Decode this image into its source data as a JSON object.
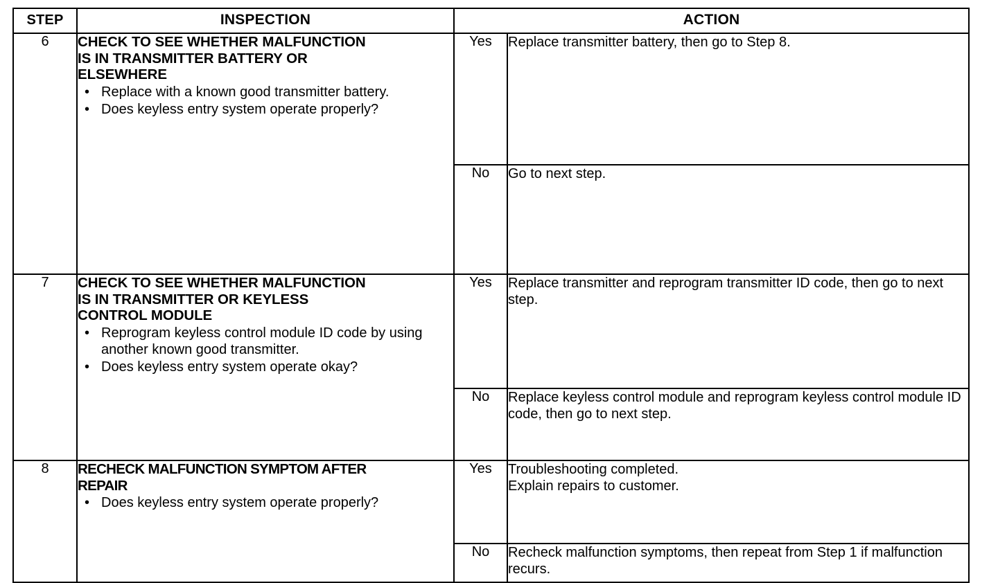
{
  "document": {
    "kind": "troubleshooting-chart",
    "bullet_glyph": "•"
  },
  "table": {
    "headers": {
      "step": "STEP",
      "inspection": "INSPECTION",
      "action": "ACTION"
    },
    "rows": [
      {
        "step": "6",
        "inspection": {
          "title": "CHECK TO SEE WHETHER MALFUNCTION\nIS IN TRANSMITTER BATTERY OR\nELSEWHERE",
          "bullets": [
            "Replace with a known good transmitter battery.",
            "Does keyless entry system operate properly?"
          ]
        },
        "branches": [
          {
            "answer": "Yes",
            "action": "Replace transmitter battery, then go to Step 8."
          },
          {
            "answer": "No",
            "action": "Go to next step."
          }
        ]
      },
      {
        "step": "7",
        "inspection": {
          "title": "CHECK TO SEE WHETHER MALFUNCTION\nIS IN TRANSMITTER OR KEYLESS\nCONTROL MODULE",
          "bullets": [
            "Reprogram keyless control module ID code by using another known good transmitter.",
            "Does keyless entry system operate okay?"
          ]
        },
        "branches": [
          {
            "answer": "Yes",
            "action": "Replace transmitter and reprogram transmitter ID code, then go to next step."
          },
          {
            "answer": "No",
            "action": "Replace keyless control module and reprogram keyless control module ID code, then go to next step."
          }
        ]
      },
      {
        "step": "8",
        "inspection": {
          "title": "RECHECK MALFUNCTION SYMPTOM AFTER\nREPAIR",
          "bullets": [
            "Does keyless entry system operate properly?"
          ]
        },
        "branches": [
          {
            "answer": "Yes",
            "action": "Troubleshooting completed.\nExplain repairs to customer."
          },
          {
            "answer": "No",
            "action": "Recheck malfunction symptoms, then repeat from Step 1 if malfunction recurs."
          }
        ]
      }
    ]
  },
  "colors": {
    "background": "#ffffff",
    "text": "#000000",
    "border": "#000000"
  }
}
